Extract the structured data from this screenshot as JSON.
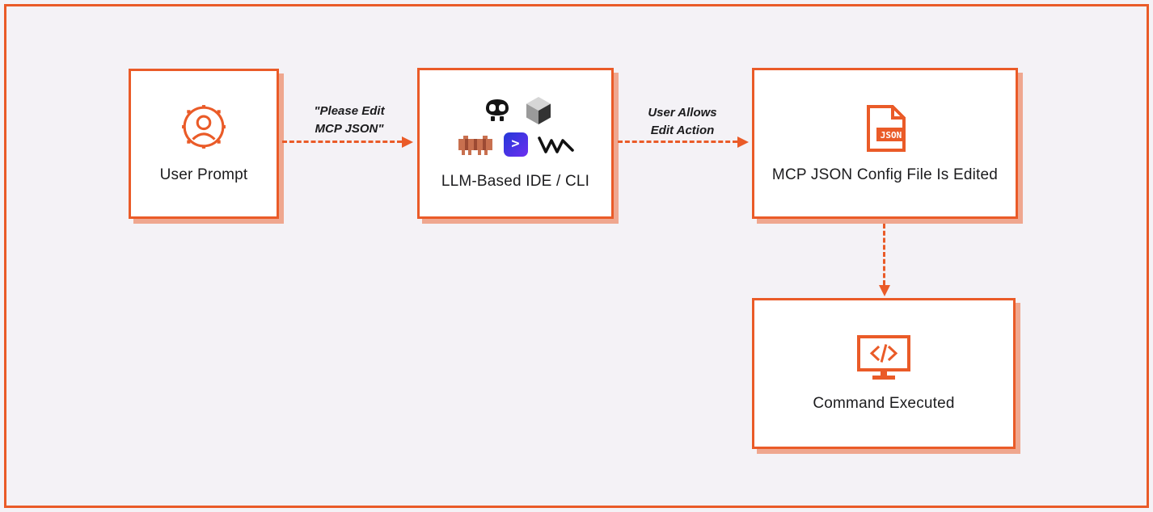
{
  "page": {
    "accent": "#EA5B28",
    "background": "#F4F2F6",
    "box_background": "#FFFFFF",
    "text_color": "#1C1C1E"
  },
  "nodes": {
    "user_prompt": {
      "label": "User Prompt",
      "icon": "pixel-user-badge"
    },
    "ide": {
      "label": "LLM-Based IDE / CLI",
      "logos": [
        "copilot",
        "cursor",
        "claude-code",
        "warp-terminal",
        "windsurf"
      ]
    },
    "config_file": {
      "label": "MCP JSON Config File Is Edited",
      "file_badge": "JSON",
      "icon": "pixel-json-file"
    },
    "command": {
      "label": "Command Executed",
      "icon": "pixel-monitor-code"
    }
  },
  "edges": {
    "prompt_to_ide": {
      "label": "\"Please Edit\nMCP JSON\""
    },
    "ide_to_config": {
      "label": "User Allows\nEdit Action"
    },
    "config_to_command": {
      "label": ""
    }
  },
  "icons": {
    "warp_glyph": ">",
    "code_glyph": "</>"
  }
}
